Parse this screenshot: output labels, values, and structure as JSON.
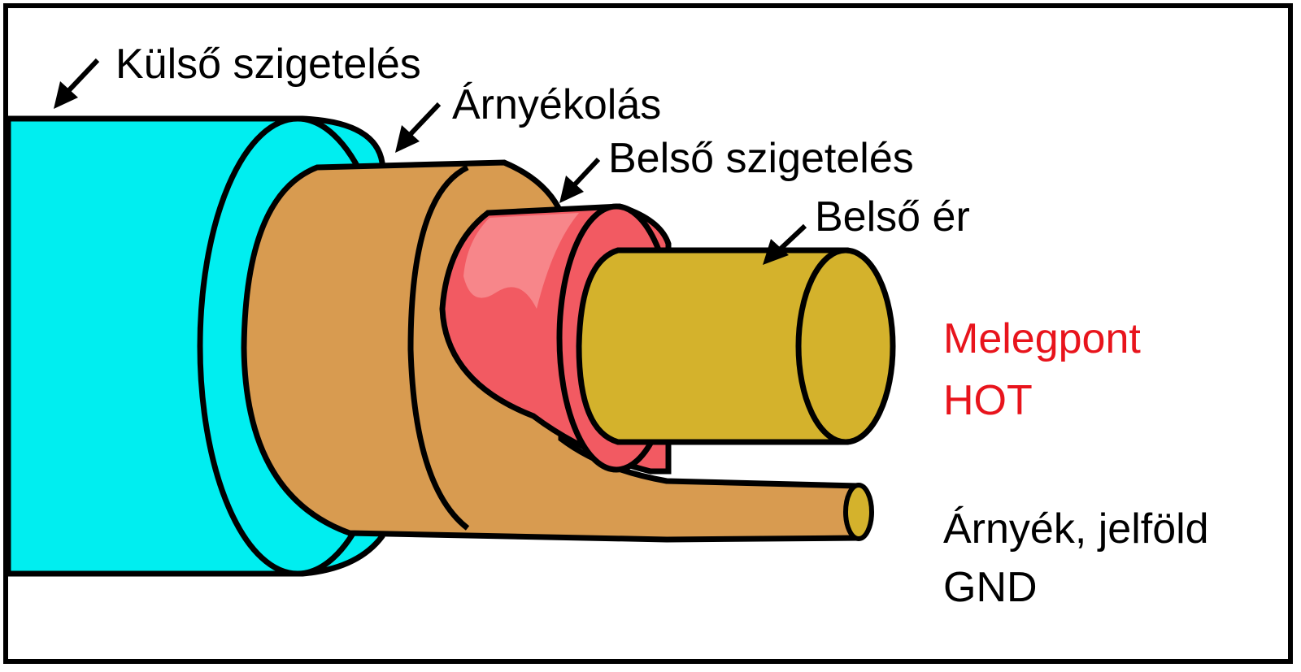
{
  "colors": {
    "outline": "#000000",
    "outer_insulation": "#00eef0",
    "shield": "#d89b50",
    "inner_insulation": "#f25a62",
    "inner_insulation_light": "#f7868a",
    "conductor": "#d4b22c",
    "hot_text": "#e8141c",
    "label_text": "#000000"
  },
  "labels": {
    "outer_insulation": "Külső szigetelés",
    "shield": "Árnyékolás",
    "inner_insulation": "Belső szigetelés",
    "inner_conductor": "Belső ér",
    "hot_line1": "Melegpont",
    "hot_line2": "HOT",
    "gnd_line1": "Árnyék, jelföld",
    "gnd_line2": "GND"
  }
}
